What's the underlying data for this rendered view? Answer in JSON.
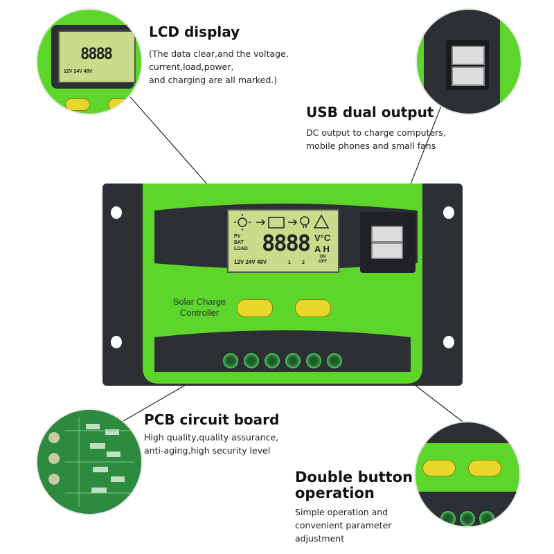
{
  "callouts": {
    "lcd": {
      "title": "LCD display",
      "lines": [
        "(The data clear,and the voltage,",
        "current,load,power,",
        "and charging are all marked.)"
      ]
    },
    "usb": {
      "title": "USB dual output",
      "lines": [
        "DC output to charge computers,",
        "mobile phones and small fans"
      ]
    },
    "pcb": {
      "title": "PCB circuit board",
      "lines": [
        "High quality,quality assurance,",
        "anti-aging,high security level"
      ]
    },
    "buttons": {
      "title_line1": "Double button",
      "title_line2": "operation",
      "lines": [
        "Simple operation and",
        "convenient parameter",
        "adjustment"
      ]
    }
  },
  "device": {
    "label_line1": "Solar Charge",
    "label_line2": "Controller"
  },
  "lcd": {
    "row_labels": [
      "PV",
      "BAT",
      "LOAD"
    ],
    "digits": "8888",
    "unit_top": "V°C",
    "unit_bottom": "A H",
    "voltages": "12V 24V 48V",
    "timer1": "1",
    "timer2": "2",
    "on": "ON",
    "off": "OFF"
  },
  "colors": {
    "green": "#5dd62c",
    "dark": "#2c2f33",
    "yellow": "#e9d62a",
    "lcd": "#c8dc8a"
  }
}
